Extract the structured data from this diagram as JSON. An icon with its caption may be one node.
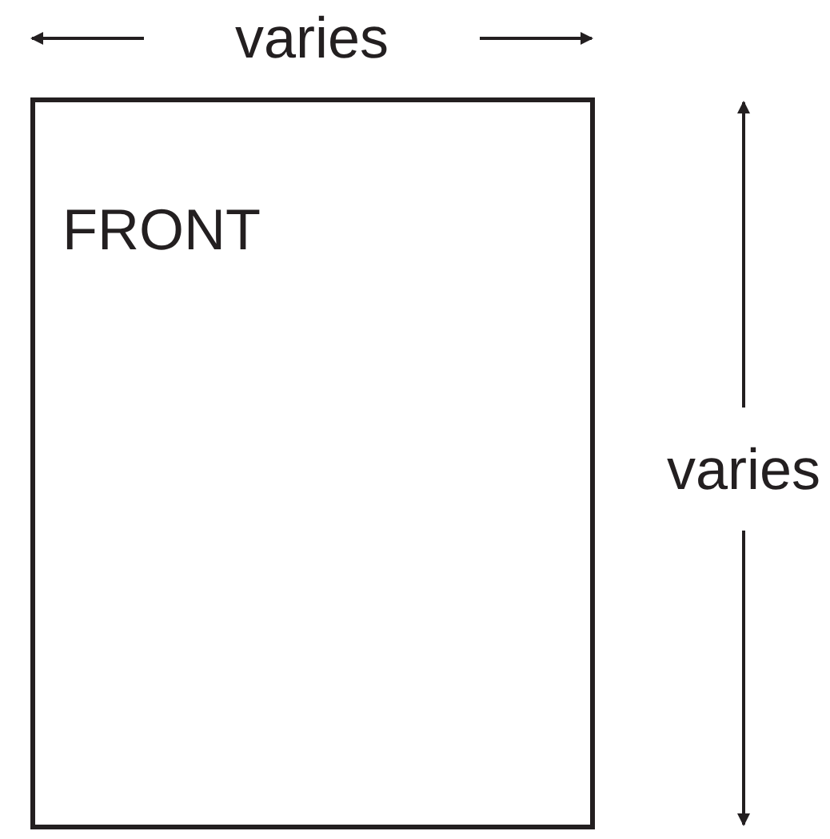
{
  "diagram": {
    "nodes": [
      {
        "text": [
          "FRONT"
        ]
      }
    ],
    "labels": [
      "varies",
      "varies"
    ]
  }
}
